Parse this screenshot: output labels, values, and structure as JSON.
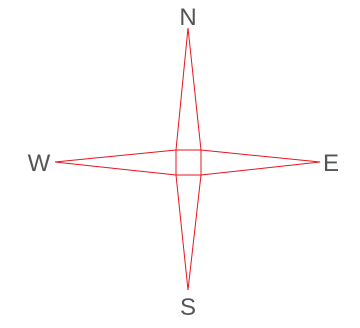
{
  "labels": {
    "north": "N",
    "east": "E",
    "south": "S",
    "west": "W"
  },
  "colors": {
    "star_stroke": "#e8141c",
    "label_text": "#555555",
    "background": "#ffffff"
  }
}
